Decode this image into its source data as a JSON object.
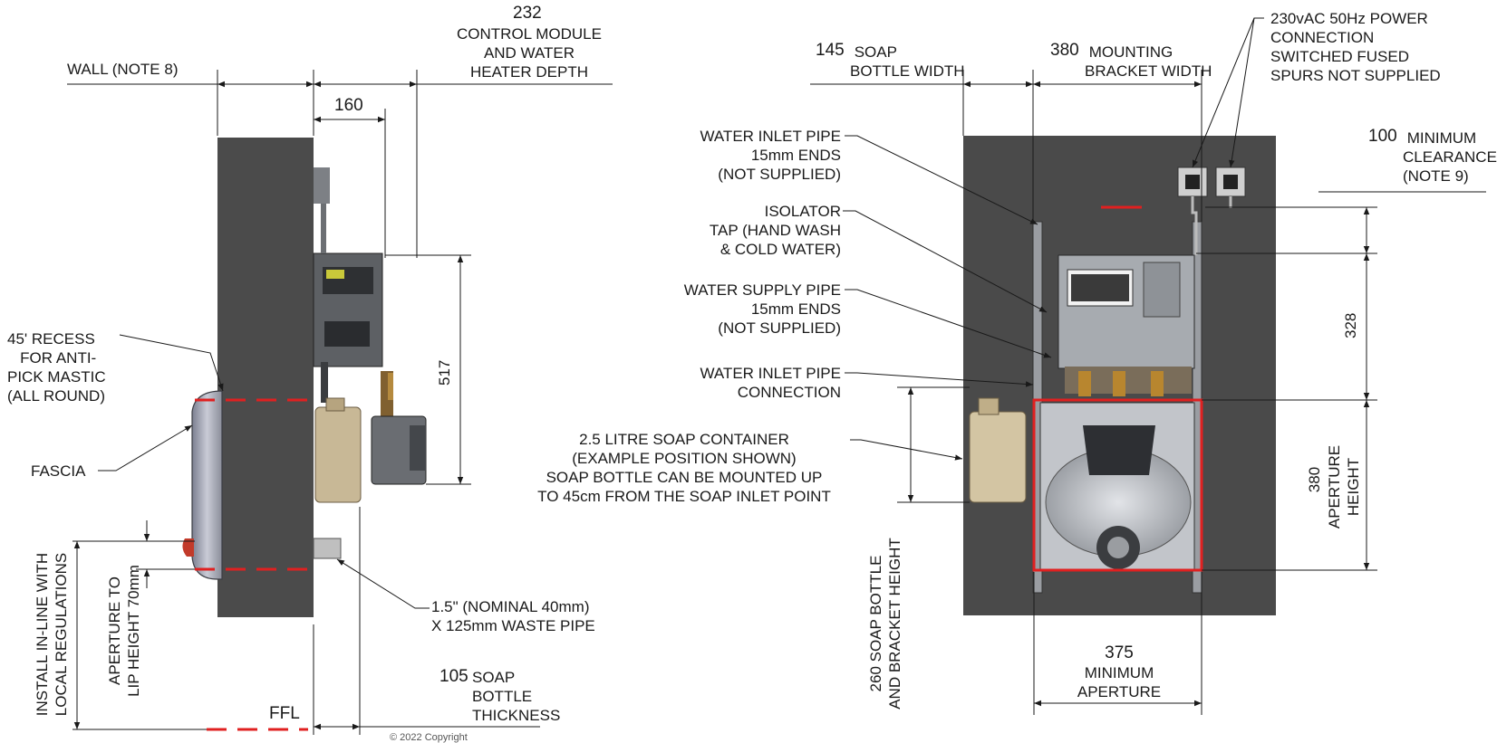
{
  "left_view": {
    "dim_232": "232",
    "control_module_depth": "CONTROL MODULE\nAND WATER\nHEATER DEPTH",
    "wall_note": "WALL (NOTE 8)",
    "dim_160": "160",
    "dim_517": "517",
    "recess_note": "45' RECESS\n   FOR ANTI-\nPICK MASTIC\n(ALL ROUND)",
    "fascia": "FASCIA",
    "install_inline": "INSTALL IN-LINE WITH\nLOCAL REGULATIONS",
    "aperture_lip": "APERTURE TO\nLIP HEIGHT 70mm",
    "waste_pipe": "1.5\" (NOMINAL 40mm)\nX 125mm WASTE PIPE",
    "dim_105": "105",
    "soap_thickness": "SOAP\nBOTTLE\nTHICKNESS",
    "ffl": "FFL",
    "copyright": "© 2022 Copyright"
  },
  "right_view": {
    "dim_145": "145",
    "soap_width": " SOAP\nBOTTLE WIDTH",
    "dim_380_bracket": "380",
    "bracket_width": " MOUNTING\nBRACKET WIDTH",
    "power_note": "230vAC 50Hz POWER\nCONNECTION\nSWITCHED FUSED\nSPURS NOT SUPPLIED",
    "dim_100": "100",
    "min_clearance": " MINIMUM\nCLEARANCE\n(NOTE 9)",
    "water_inlet_pipe": "WATER INLET PIPE\n15mm ENDS\n(NOT SUPPLIED)",
    "isolator_tap": "ISOLATOR\nTAP (HAND WASH\n& COLD WATER)",
    "water_supply_pipe": "WATER SUPPLY PIPE\n15mm ENDS\n(NOT SUPPLIED)",
    "water_inlet_conn": "WATER INLET PIPE\nCONNECTION",
    "soap_container": "2.5 LITRE SOAP CONTAINER\n(EXAMPLE POSITION SHOWN)\nSOAP BOTTLE CAN BE MOUNTED UP\nTO 45cm FROM THE SOAP INLET POINT",
    "dim_328": "328",
    "dim_380_aperture": "380",
    "aperture_height": "APERTURE\nHEIGHT",
    "soap_bracket_height": "260 SOAP BOTTLE\nAND BRACKET HEIGHT",
    "dim_375": "375",
    "min_aperture": "MINIMUM\nAPERTURE"
  },
  "colors": {
    "wall": "#4a4a4a",
    "module": "#9ea3a8",
    "soap": "#d8c9a8",
    "red_dash": "#e02020",
    "line": "#1a1a1a"
  }
}
